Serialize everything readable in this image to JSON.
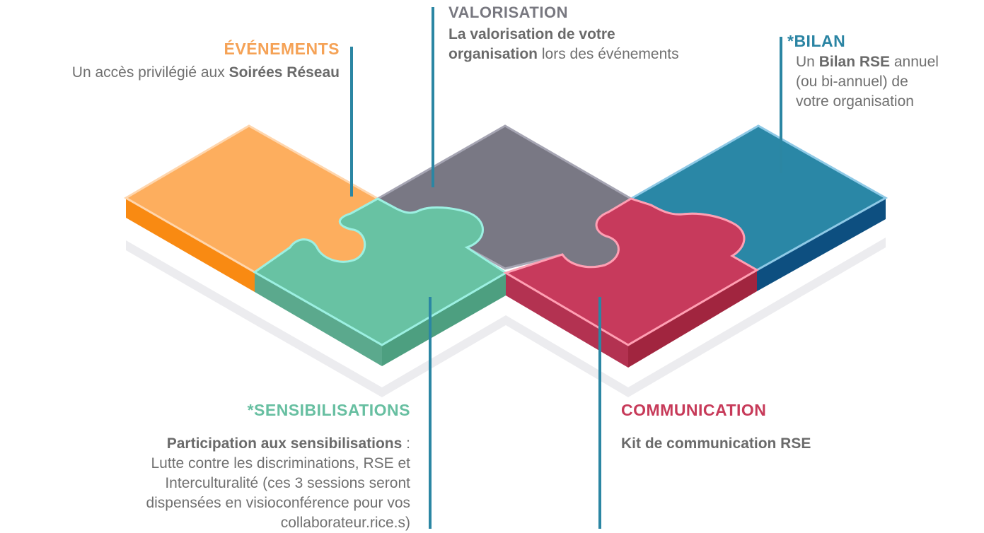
{
  "evenements": {
    "title": "ÉVÉNEMENTS",
    "text_before": "Un accès privilégié aux ",
    "text_bold": "Soirées Réseau",
    "color": "#f5a256"
  },
  "valorisation": {
    "title": "VALORISATION",
    "text_bold": "La valorisation de votre",
    "text_bold2": "organisation",
    "text_after": " lors des événements",
    "color": "#787880"
  },
  "bilan": {
    "title": "*BILAN",
    "text_before": "Un ",
    "text_bold": "Bilan RSE",
    "text_after": " annuel",
    "line2": "(ou bi-annuel) de",
    "line3": "votre organisation",
    "color": "#2a84a3"
  },
  "sensibilisations": {
    "title": "*SENSIBILISATIONS",
    "text_bold": "Participation aux sensibilisations",
    "text_colon": " :",
    "line2": "Lutte contre les discriminations, RSE et",
    "line3": "Interculturalité (ces 3 sessions seront",
    "line4": "dispensées en visioconférence pour vos",
    "line5": "collaborateur.rice.s)",
    "color": "#67bfa1"
  },
  "communication": {
    "title": "COMMUNICATION",
    "text_bold": "Kit de communication RSE",
    "color": "#c73a59"
  },
  "colors": {
    "orange_top": "#fdae5e",
    "orange_side": "#f98a12",
    "grey_top": "#797884",
    "teal_top": "#2a87a6",
    "teal_side": "#0d4f80",
    "green_top": "#68c2a3",
    "green_side": "#4d9f80",
    "red_top": "#c73a5c",
    "red_side": "#a1253f",
    "connector": "#2b86a3"
  }
}
